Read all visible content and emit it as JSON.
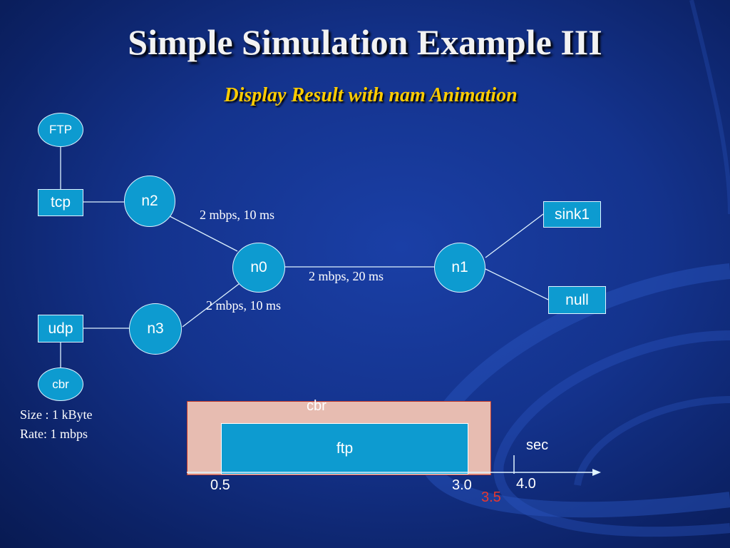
{
  "slide": {
    "title": "Simple Simulation Example III",
    "subtitle": "Display Result with nam Animation"
  },
  "nodes": {
    "ftp_agent": "FTP",
    "tcp": "tcp",
    "n2": "n2",
    "n0": "n0",
    "n1": "n1",
    "n3": "n3",
    "udp": "udp",
    "cbr_agent": "cbr",
    "sink1": "sink1",
    "null": "null"
  },
  "links": {
    "n2_n0": "2 mbps, 10 ms",
    "n0_n1": "2 mbps, 20 ms",
    "n3_n0": "2 mbps, 10 ms"
  },
  "cbr_params": {
    "size": "Size : 1 kByte",
    "rate": "Rate: 1 mbps"
  },
  "timeline": {
    "cbr_label": "cbr",
    "ftp_label": "ftp",
    "unit": "sec",
    "t_start": "0.5",
    "t_ftp_end": "3.0",
    "t_cbr_end": "3.5",
    "t_sim_end": "4.0",
    "colors": {
      "cbr": "#e7bcb1",
      "ftp": "#0d9bd0",
      "cbr_end": "#e8382e"
    }
  }
}
